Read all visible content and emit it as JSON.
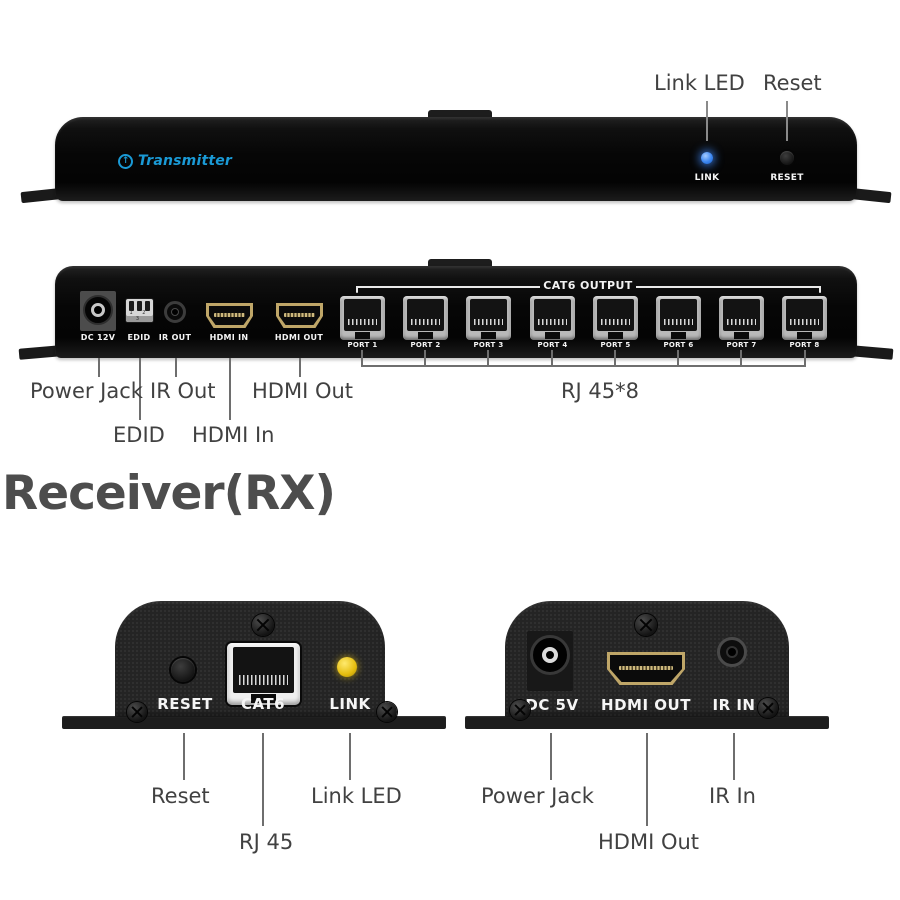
{
  "colors": {
    "brand_blue": "#1a9ad6",
    "led_blue": "#3b86f0",
    "led_yellow": "#e5bd0e",
    "callout_text": "#414141",
    "title_text": "#4d4d4d",
    "device_black": "#0a0a0a"
  },
  "transmitter_front": {
    "callout_link_led": "Link LED",
    "callout_reset": "Reset",
    "brand_label": "Transmitter",
    "link_label": "LINK",
    "reset_label": "RESET"
  },
  "transmitter_back": {
    "dc_label": "DC 12V",
    "edid_label": "EDID",
    "edid_dip_numbers": "1 2 3",
    "ir_out_label": "IR OUT",
    "hdmi_in_label": "HDMI IN",
    "hdmi_out_label": "HDMI OUT",
    "cat6_group_label": "CAT6 OUTPUT",
    "port_labels": [
      "PORT 1",
      "PORT 2",
      "PORT 3",
      "PORT 4",
      "PORT 5",
      "PORT 6",
      "PORT 7",
      "PORT 8"
    ],
    "callout_power_jack": "Power Jack",
    "callout_edid": "EDID",
    "callout_ir_out": "IR Out",
    "callout_hdmi_in": "HDMI In",
    "callout_hdmi_out": "HDMI Out",
    "callout_rj45": "RJ 45*8"
  },
  "receiver": {
    "title": "Receiver(RX)",
    "front": {
      "reset_label": "RESET",
      "cat6_label": "CAT6",
      "link_label": "LINK",
      "callout_reset": "Reset",
      "callout_rj45": "RJ 45",
      "callout_link_led": "Link LED"
    },
    "back": {
      "dc_label": "DC 5V",
      "hdmi_out_label": "HDMI OUT",
      "ir_in_label": "IR IN",
      "callout_power_jack": "Power Jack",
      "callout_hdmi_out": "HDMI Out",
      "callout_ir_in": "IR In"
    }
  }
}
